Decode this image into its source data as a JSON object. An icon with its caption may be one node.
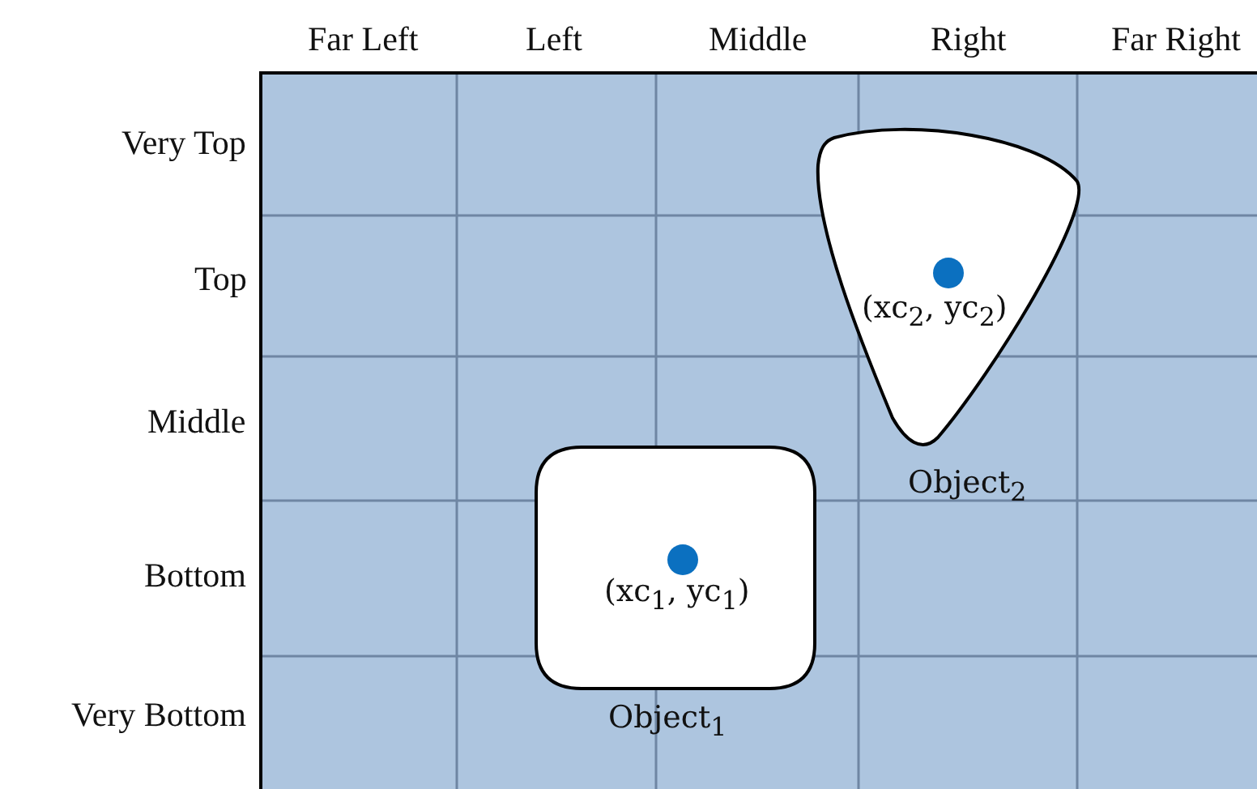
{
  "diagram": {
    "nodes": [
      {
        "text": [
          "(xc$_{1}$, yc$_{1}$)"
        ],
        "beside": [
          "Object$_{1}$"
        ]
      },
      {
        "text": [
          "(xc$_{2}$, yc$_{2}$)"
        ],
        "beside": [
          "Object$_{2}$"
        ]
      }
    ],
    "labels": [
      "Far Left",
      "Left",
      "Middle",
      "Right",
      "Far Right",
      "Very Top",
      "Top",
      "Middle",
      "Bottom",
      "Very Bottom"
    ]
  }
}
